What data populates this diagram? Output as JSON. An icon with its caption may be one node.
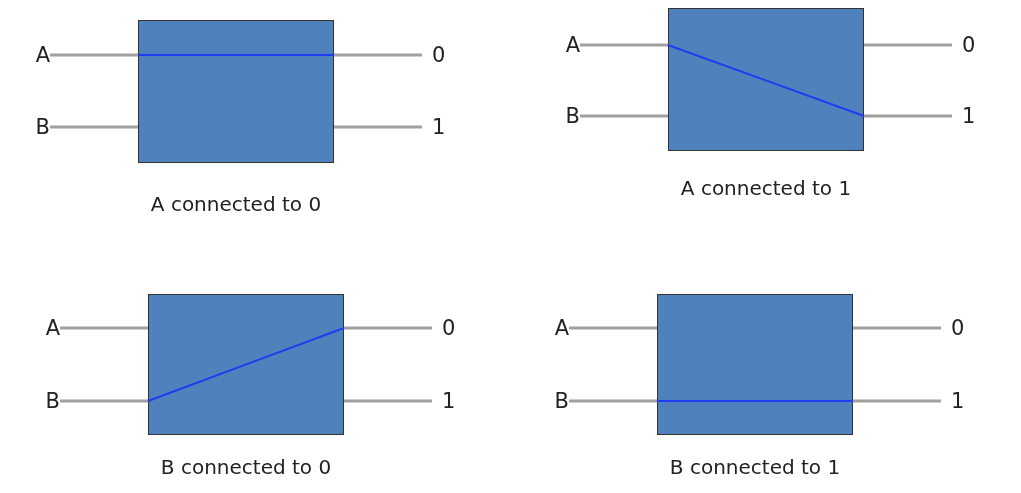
{
  "diagram": {
    "nodes": [
      {
        "text": [
          "A"
        ]
      },
      {
        "text": [
          "B"
        ]
      },
      {
        "text": [],
        "shape": "box",
        "beside": [
          "A connected to 0"
        ]
      },
      {
        "text": [
          "0"
        ]
      },
      {
        "text": [
          "1"
        ]
      },
      {
        "text": [
          "A"
        ]
      },
      {
        "text": [
          "B"
        ]
      },
      {
        "text": [],
        "shape": "box",
        "beside": [
          "A connected to 1"
        ]
      },
      {
        "text": [
          "0"
        ]
      },
      {
        "text": [
          "1"
        ]
      },
      {
        "text": [
          "A"
        ]
      },
      {
        "text": [
          "B"
        ]
      },
      {
        "text": [],
        "shape": "box",
        "beside": [
          "B connected to 0"
        ]
      },
      {
        "text": [
          "0"
        ]
      },
      {
        "text": [
          "1"
        ]
      },
      {
        "text": [
          "A"
        ]
      },
      {
        "text": [
          "B"
        ]
      },
      {
        "text": [],
        "shape": "box",
        "beside": [
          "B connected to 1"
        ]
      },
      {
        "text": [
          "0"
        ]
      },
      {
        "text": [
          "1"
        ]
      }
    ],
    "edges": [
      {
        "from": 0,
        "to": 2,
        "arrow": "none"
      },
      {
        "from": 1,
        "to": 2,
        "arrow": "none"
      },
      {
        "from": 2,
        "to": 3,
        "arrow": "none"
      },
      {
        "from": 2,
        "to": 4,
        "arrow": "none"
      },
      {
        "from": 5,
        "to": 7,
        "arrow": "none"
      },
      {
        "from": 6,
        "to": 7,
        "arrow": "none"
      },
      {
        "from": 7,
        "to": 8,
        "arrow": "none"
      },
      {
        "from": 7,
        "to": 9,
        "arrow": "none"
      },
      {
        "from": 10,
        "to": 12,
        "arrow": "none"
      },
      {
        "from": 11,
        "to": 12,
        "arrow": "none"
      },
      {
        "from": 12,
        "to": 13,
        "arrow": "none"
      },
      {
        "from": 12,
        "to": 14,
        "arrow": "none"
      },
      {
        "from": 15,
        "to": 17,
        "arrow": "none"
      },
      {
        "from": 16,
        "to": 17,
        "arrow": "none"
      },
      {
        "from": 17,
        "to": 18,
        "arrow": "none"
      },
      {
        "from": 17,
        "to": 19,
        "arrow": "none"
      }
    ]
  }
}
